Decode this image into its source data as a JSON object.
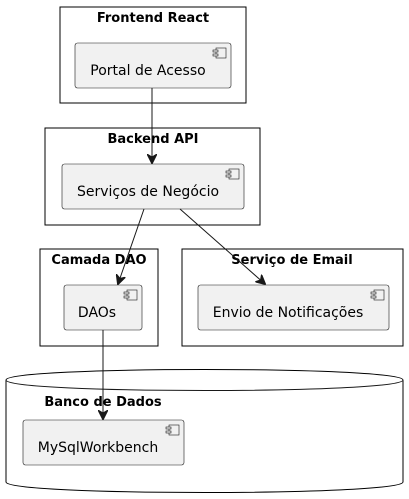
{
  "colors": {
    "package_border": "#000000",
    "component_fill": "#f1f1f1",
    "component_border": "#181818",
    "edge": "#181818"
  },
  "packages": {
    "frontend": {
      "title": "Frontend React"
    },
    "backend": {
      "title": "Backend API"
    },
    "dao": {
      "title": "Camada DAO"
    },
    "email": {
      "title": "Serviço de Email"
    },
    "database": {
      "title": "Banco de Dados",
      "shape": "database"
    }
  },
  "components": {
    "portal": {
      "label": "Portal de Acesso",
      "icon": "component-icon"
    },
    "servicos": {
      "label": "Serviços de Negócio",
      "icon": "component-icon"
    },
    "daos": {
      "label": "DAOs",
      "icon": "component-icon"
    },
    "envio": {
      "label": "Envio de Notificações",
      "icon": "component-icon"
    },
    "mysql": {
      "label": "MySqlWorkbench",
      "icon": "component-icon"
    }
  },
  "edges": [
    {
      "from": "portal",
      "to": "servicos"
    },
    {
      "from": "servicos",
      "to": "daos"
    },
    {
      "from": "servicos",
      "to": "envio"
    },
    {
      "from": "daos",
      "to": "mysql"
    }
  ]
}
